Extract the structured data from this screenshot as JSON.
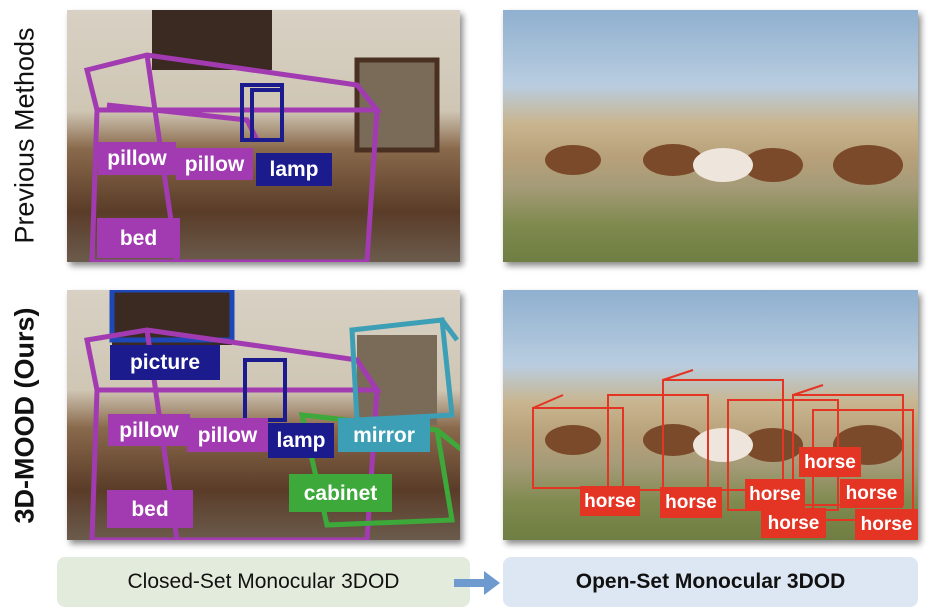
{
  "row_labels": {
    "previous": "Previous Methods",
    "ours": "3D-MOOD (Ours)"
  },
  "previous_indoor": {
    "labels": [
      "pillow",
      "pillow",
      "lamp",
      "bed"
    ]
  },
  "ours_indoor": {
    "labels": [
      "picture",
      "pillow",
      "pillow",
      "lamp",
      "mirror",
      "cabinet",
      "bed"
    ]
  },
  "ours_outdoor": {
    "labels": [
      "horse",
      "horse",
      "horse",
      "horse",
      "horse",
      "horse",
      "horse"
    ]
  },
  "captions": {
    "closed": "Closed-Set Monocular 3DOD",
    "open": "Open-Set Monocular 3DOD"
  },
  "colors": {
    "pillow_bed": "#a23bb2",
    "lamp_picture": "#1b1b8d",
    "mirror": "#3d9fb6",
    "cabinet": "#3da93a",
    "horse": "#e43424",
    "closed_bg": "#e3ecdc",
    "open_bg": "#dde7f3",
    "arrow": "#6f9ad0"
  }
}
